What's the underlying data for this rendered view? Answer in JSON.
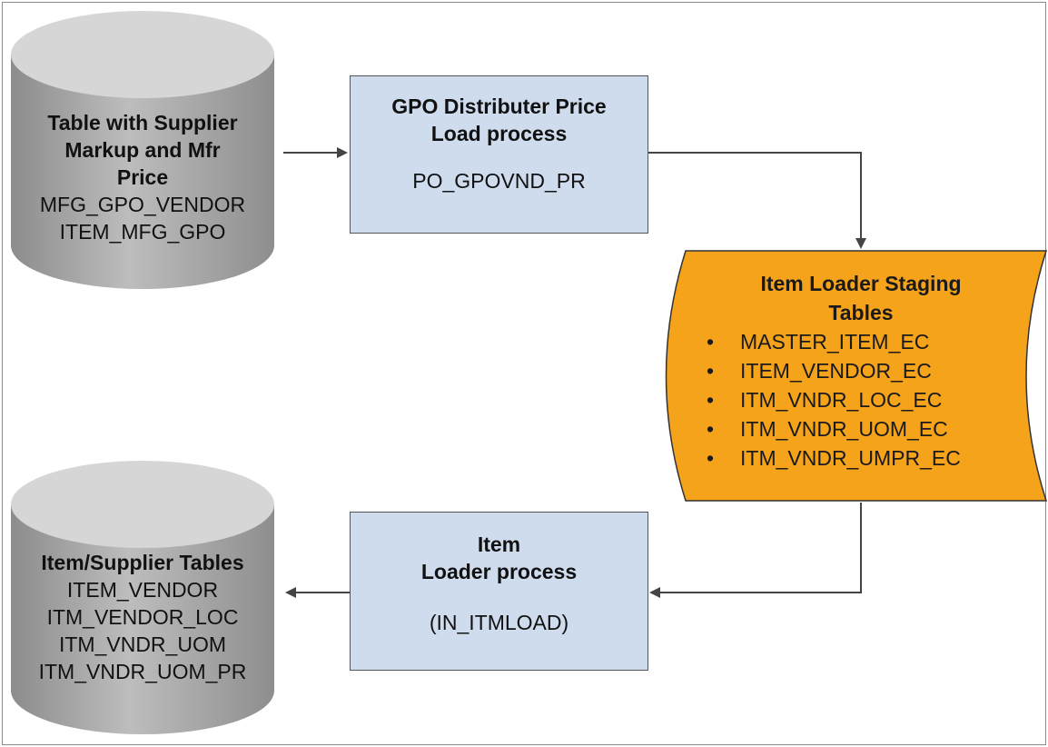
{
  "supplier_table": {
    "title_lines": [
      "Table with Supplier",
      "Markup and Mfr",
      "Price"
    ],
    "table_lines": [
      "MFG_GPO_VENDOR",
      "ITEM_MFG_GPO"
    ]
  },
  "gpo_process": {
    "title_lines": [
      "GPO Distributer Price",
      "Load process"
    ],
    "code": "PO_GPOVND_PR"
  },
  "staging": {
    "title_lines": [
      "Item Loader Staging",
      "Tables"
    ],
    "items": [
      "MASTER_ITEM_EC",
      "ITEM_VENDOR_EC",
      "ITM_VNDR_LOC_EC",
      "ITM_VNDR_UOM_EC",
      "ITM_VNDR_UMPR_EC"
    ]
  },
  "item_loader": {
    "title_lines": [
      "Item",
      "Loader process"
    ],
    "code": "(IN_ITMLOAD)"
  },
  "item_supplier": {
    "title": "Item/Supplier Tables",
    "table_lines": [
      "ITEM_VENDOR",
      "ITM_VENDOR_LOC",
      "ITM_VNDR_UOM",
      "ITM_VNDR_UOM_PR"
    ]
  },
  "colors": {
    "cylinder": "#b5b5b5",
    "process_fill": "#cfdcee",
    "staging_fill": "#f5a31a"
  }
}
